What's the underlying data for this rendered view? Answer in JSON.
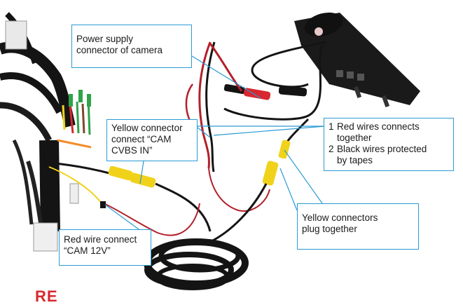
{
  "callouts": {
    "power_supply": {
      "lines": [
        "Power supply",
        "connector of camera"
      ]
    },
    "yellow_cvbs": {
      "lines": [
        "Yellow connector",
        "connect “CAM",
        "CVBS IN”"
      ]
    },
    "red_wire": {
      "lines": [
        "Red wire connect",
        "“CAM 12V”"
      ]
    },
    "wires_note": {
      "items": [
        {
          "num": "1",
          "lines": [
            "Red wires connects",
            "together"
          ]
        },
        {
          "num": "2",
          "lines": [
            "Black wires protected",
            "by tapes"
          ]
        }
      ]
    },
    "yellow_plug": {
      "lines": [
        "Yellow connectors",
        "plug together"
      ]
    }
  },
  "bottom_mark": "RE",
  "colors": {
    "callout_border": "#2a9bd4",
    "leader_line": "#2a9bd4",
    "red_wire": "#b3202a",
    "black_wire": "#141414",
    "yellow_connector": "#f1d21b",
    "red_connector": "#d8282f",
    "green_pin": "#2fa34a"
  }
}
